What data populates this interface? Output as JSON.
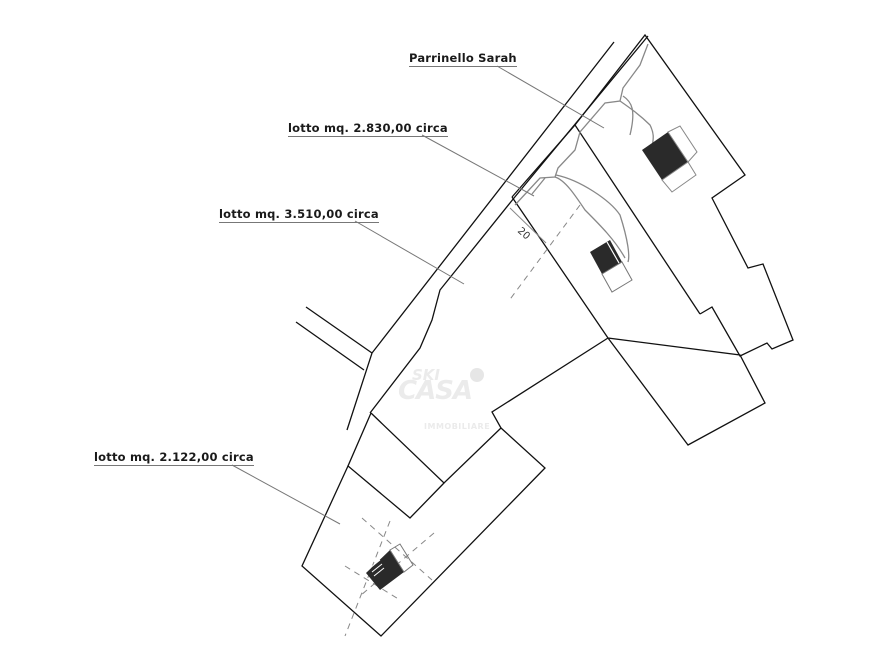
{
  "labels": {
    "owner": "Parrinello Sarah",
    "lot_2830": "lotto mq. 2.830,00 circa",
    "lot_3510": "lotto mq. 3.510,00 circa",
    "lot_2122": "lotto mq. 2.122,00 circa"
  },
  "dimension": "20",
  "watermark": {
    "line1": "SKI",
    "line2": "CASA",
    "line3": "IMMOBILIARE"
  },
  "colors": {
    "line": "#111111",
    "leader": "#777777",
    "dashed": "#888888",
    "building": "#2a2a2a"
  }
}
